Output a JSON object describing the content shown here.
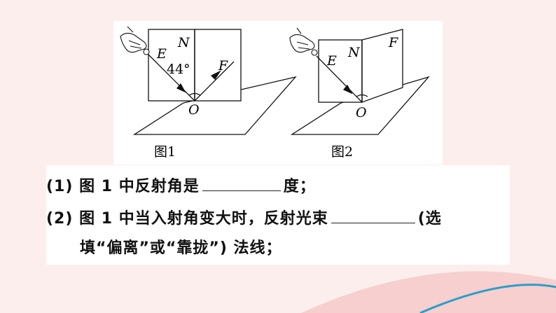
{
  "figure1": {
    "caption": "图1",
    "labels": {
      "normal": "N",
      "incident": "E",
      "reflected": "F",
      "point": "O",
      "angle": "44°"
    }
  },
  "figure2": {
    "caption": "图2",
    "labels": {
      "normal": "N",
      "incident": "E",
      "reflected": "F",
      "point": "O"
    }
  },
  "questions": [
    {
      "number": "(1)",
      "before": "图 1 中反射角是",
      "after": "度；"
    },
    {
      "number": "(2)",
      "before": "图 1 中当入射角变大时，反射光束",
      "after": "(选"
    },
    {
      "continuation": "填“偏离”或“靠拢”) 法线；"
    }
  ]
}
